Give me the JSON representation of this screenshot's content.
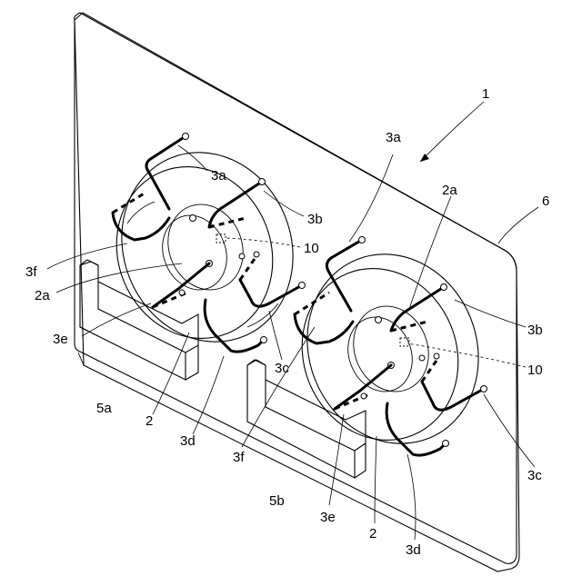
{
  "labels": {
    "l1": "1",
    "l6": "6",
    "l3a_left": "3a",
    "l3b_left": "3b",
    "l10_left": "10",
    "l3f_left": "3f",
    "l2a_left": "2a",
    "l3e_left": "3e",
    "l5a": "5a",
    "l2_left": "2",
    "l3d_left": "3d",
    "l3c_left": "3c",
    "l3a_right": "3a",
    "l2a_right": "2a",
    "l3b_right": "3b",
    "l10_right": "10",
    "l3c_right": "3c",
    "l3f_right": "3f",
    "l5b": "5b",
    "l3e_right": "3e",
    "l2_right": "2",
    "l3d_right": "3d"
  }
}
